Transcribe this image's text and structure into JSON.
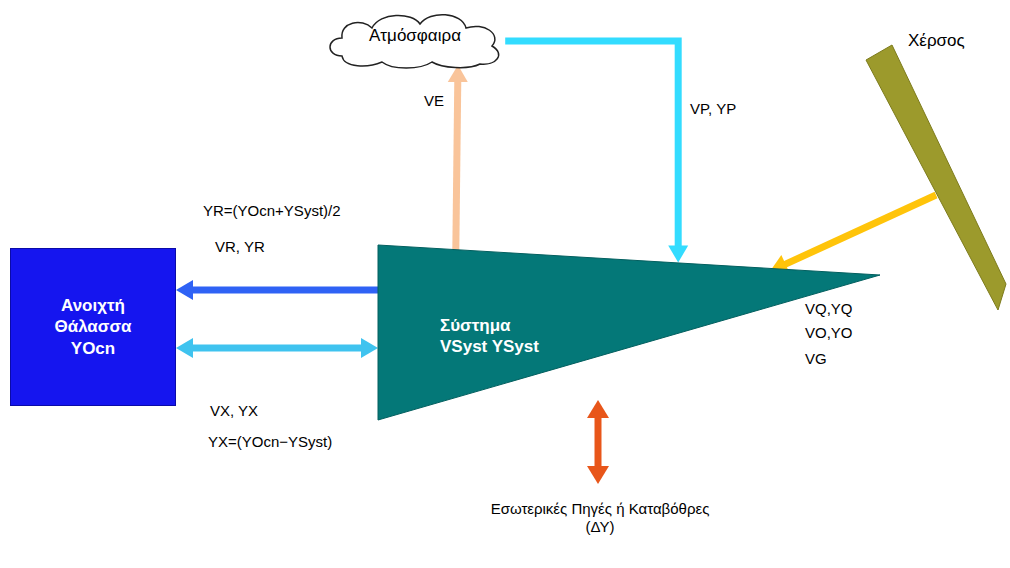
{
  "diagram": {
    "nodes": [
      {
        "text": [
          "Ατμόσφαιρα"
        ]
      },
      {
        "text": [
          "Χέρσος"
        ]
      },
      {
        "text": [
          "Ανοιχτή Θάλασσα",
          "YOcn"
        ]
      },
      {
        "text": [
          "Σύστημα",
          "VSyst YSyst"
        ]
      }
    ],
    "edges": [
      {
        "from": 3,
        "to": 0,
        "arrow": "to",
        "label": "VE"
      },
      {
        "from": 0,
        "to": 3,
        "arrow": "to",
        "label": "VP, YP"
      },
      {
        "from": 1,
        "to": 3,
        "arrow": "to"
      },
      {
        "from": 3,
        "to": 2,
        "arrow": "to",
        "label": "VR, YR"
      },
      {
        "from": 3,
        "to": 2,
        "arrow": "both",
        "label": "VX, YX"
      }
    ],
    "labels": [
      "YR=(YOcn+YSyst)/2",
      "YX=(YOcn−YSyst)",
      "VQ,YQ",
      "VO,YO",
      "VG",
      "Εσωτερικές Πηγές ή Καταβόθρες (ΔΥ)"
    ]
  }
}
